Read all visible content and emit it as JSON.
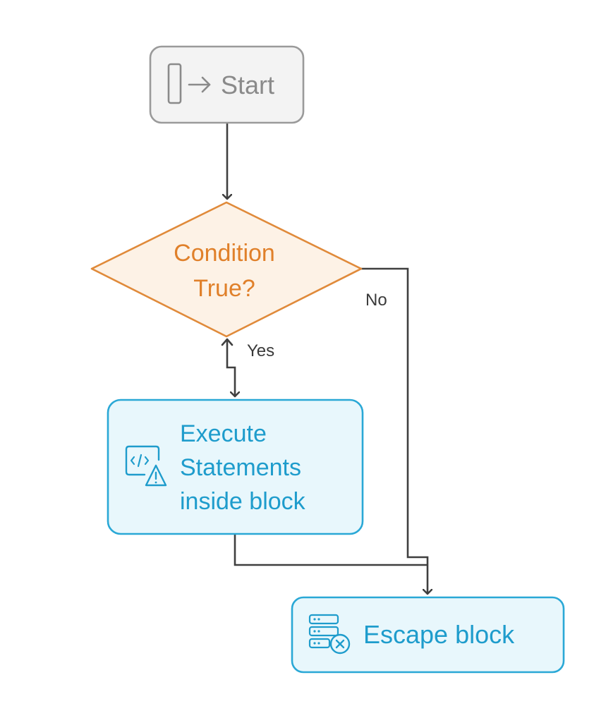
{
  "diagram": {
    "colors": {
      "start_border": "#9a9a9a",
      "start_fill": "#f3f3f3",
      "start_text": "#8a8a8a",
      "decision_border": "#e08a3a",
      "decision_fill": "#fdf2e6",
      "decision_text": "#e0802a",
      "process_border": "#2aa8d6",
      "process_fill": "#e8f7fc",
      "process_text": "#1e9ccc",
      "connector": "#3f3f3f",
      "edge_label": "#3a3a3a"
    },
    "nodes": {
      "start": {
        "text": "Start",
        "icon": "enter-arrow-icon"
      },
      "decision": {
        "line1": "Condition",
        "line2": "True?"
      },
      "execute": {
        "line1": "Execute",
        "line2": "Statements",
        "line3": "inside block",
        "icon": "code-warning-icon"
      },
      "escape": {
        "text": "Escape block",
        "icon": "server-cancel-icon"
      }
    },
    "edges": {
      "yes_label": "Yes",
      "no_label": "No"
    }
  }
}
